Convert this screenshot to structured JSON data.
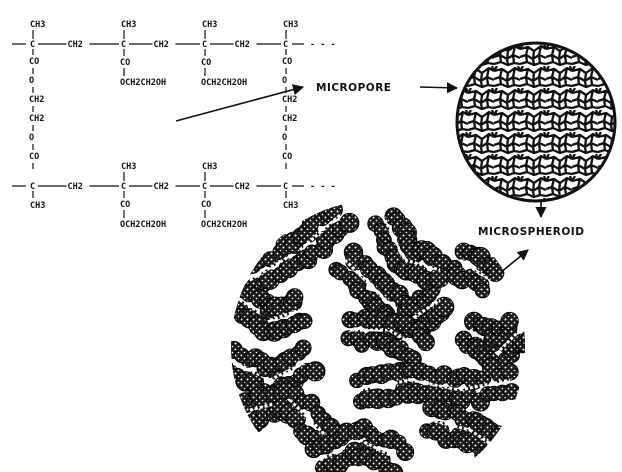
{
  "labels": {
    "micropore": "MICROPORE",
    "microspheroid": "MICROSPHEROID"
  },
  "chemistry": {
    "ch3": "CH3",
    "ch2": "CH2",
    "c": "C",
    "co": "CO",
    "o": "O",
    "side_chain": "OCH2CH2OH",
    "chain_end": "- - -"
  },
  "colors": {
    "ink": "#111111",
    "background": "#ffffff"
  },
  "icons": [
    "arrow-icon",
    "arrowhead-icon"
  ]
}
